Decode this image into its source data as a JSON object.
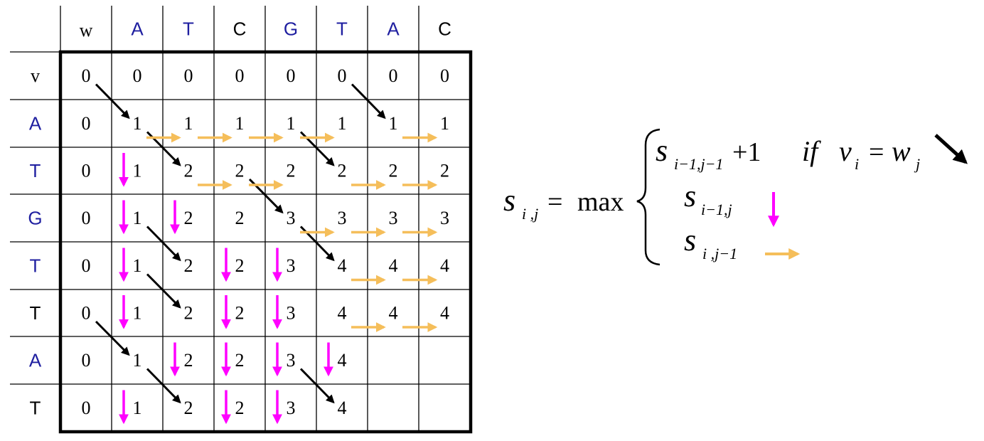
{
  "colors": {
    "diagonal": "#000000",
    "down": "#ff00ff",
    "right": "#f5be5a",
    "base_blue": "#1f1fa0",
    "base_black": "#000000",
    "grid_line": "#000000"
  },
  "corner": "",
  "w_label": "w",
  "v_label": "v",
  "col_header": [
    {
      "text": "A",
      "color": "#1f1fa0"
    },
    {
      "text": "T",
      "color": "#1f1fa0"
    },
    {
      "text": "C",
      "color": "#000000"
    },
    {
      "text": "G",
      "color": "#1f1fa0"
    },
    {
      "text": "T",
      "color": "#1f1fa0"
    },
    {
      "text": "A",
      "color": "#1f1fa0"
    },
    {
      "text": "C",
      "color": "#000000"
    }
  ],
  "row_header": [
    {
      "text": "A",
      "color": "#1f1fa0"
    },
    {
      "text": "T",
      "color": "#1f1fa0"
    },
    {
      "text": "G",
      "color": "#1f1fa0"
    },
    {
      "text": "T",
      "color": "#1f1fa0"
    },
    {
      "text": "T",
      "color": "#000000"
    },
    {
      "text": "A",
      "color": "#1f1fa0"
    },
    {
      "text": "T",
      "color": "#000000"
    }
  ],
  "matrix": [
    [
      "0",
      "0",
      "0",
      "0",
      "0",
      "0",
      "0",
      "0"
    ],
    [
      "0",
      "1",
      "1",
      "1",
      "1",
      "1",
      "1",
      "1"
    ],
    [
      "0",
      "1",
      "2",
      "2",
      "2",
      "2",
      "2",
      "2"
    ],
    [
      "0",
      "1",
      "2",
      "2",
      "3",
      "3",
      "3",
      "3"
    ],
    [
      "0",
      "1",
      "2",
      "2",
      "3",
      "4",
      "4",
      "4"
    ],
    [
      "0",
      "1",
      "2",
      "2",
      "3",
      "4",
      "4",
      "4"
    ],
    [
      "0",
      "1",
      "2",
      "2",
      "3",
      "4",
      "",
      ""
    ],
    [
      "0",
      "1",
      "2",
      "2",
      "3",
      "4",
      "",
      ""
    ]
  ],
  "arrows": {
    "diagonal": [
      [
        1,
        1
      ],
      [
        1,
        6
      ],
      [
        2,
        2
      ],
      [
        2,
        5
      ],
      [
        3,
        4
      ],
      [
        4,
        2
      ],
      [
        4,
        5
      ],
      [
        5,
        2
      ],
      [
        6,
        1
      ],
      [
        7,
        2
      ],
      [
        7,
        5
      ]
    ],
    "down": [
      [
        2,
        1
      ],
      [
        3,
        1
      ],
      [
        4,
        1
      ],
      [
        5,
        1
      ],
      [
        6,
        2
      ],
      [
        7,
        1
      ],
      [
        3,
        2
      ],
      [
        4,
        3
      ],
      [
        5,
        3
      ],
      [
        6,
        3
      ],
      [
        7,
        3
      ],
      [
        4,
        4
      ],
      [
        5,
        4
      ],
      [
        6,
        4
      ],
      [
        7,
        4
      ],
      [
        6,
        5
      ]
    ],
    "right": [
      [
        1,
        2
      ],
      [
        1,
        3
      ],
      [
        1,
        4
      ],
      [
        1,
        5
      ],
      [
        1,
        7
      ],
      [
        2,
        3
      ],
      [
        2,
        4
      ],
      [
        2,
        6
      ],
      [
        2,
        7
      ],
      [
        3,
        5
      ],
      [
        3,
        6
      ],
      [
        3,
        7
      ],
      [
        4,
        6
      ],
      [
        4,
        7
      ],
      [
        5,
        6
      ],
      [
        5,
        7
      ]
    ]
  },
  "formula": {
    "lhs_s": "s",
    "lhs_sub": "i ,j",
    "equals": "=",
    "max": "max",
    "case1_s": "s",
    "case1_sub": "i−1,j−1",
    "case1_plus": "+1",
    "case1_if": "if",
    "case1_v": "v",
    "case1_vsub": "i",
    "case1_eq": "=",
    "case1_w": "w",
    "case1_wsub": "j",
    "case2_s": "s",
    "case2_sub": "i−1,j",
    "case3_s": "s",
    "case3_sub": "i ,j−1"
  }
}
